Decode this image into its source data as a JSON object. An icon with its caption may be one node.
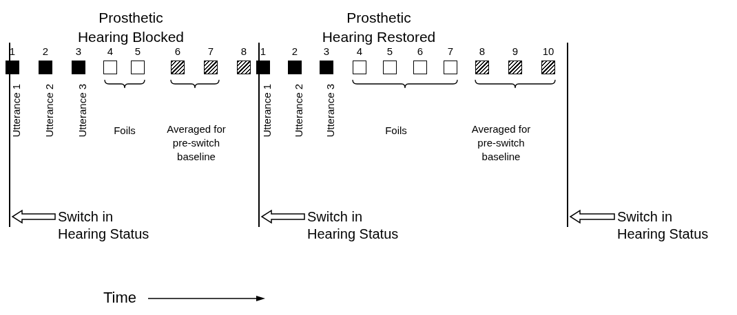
{
  "diagram": {
    "nodes": [
      {
        "text": [],
        "shape": "bar"
      },
      {
        "text": [],
        "shape": "box",
        "beside": [
          "1"
        ]
      },
      {
        "text": [],
        "shape": "box",
        "beside": [
          "2",
          "Utterance 2"
        ]
      },
      {
        "text": [],
        "shape": "box",
        "beside": [
          "3",
          "Utterance 3"
        ]
      },
      {
        "text": [],
        "shape": "box",
        "beside": [
          "4"
        ]
      },
      {
        "text": [],
        "shape": "box",
        "beside": [
          "5"
        ]
      },
      {
        "text": [],
        "shape": "box",
        "beside": [
          "6"
        ]
      },
      {
        "text": [],
        "shape": "box",
        "beside": [
          "7"
        ]
      },
      {
        "text": [],
        "shape": "box",
        "beside": [
          "8"
        ]
      },
      {
        "text": [],
        "shape": "bar"
      },
      {
        "text": [],
        "shape": "box",
        "beside": [
          "1",
          "Utterance 1"
        ]
      },
      {
        "text": [],
        "shape": "box",
        "beside": [
          "2",
          "Utterance 2"
        ]
      },
      {
        "text": [],
        "shape": "box",
        "beside": [
          "3",
          "Utterance 3"
        ]
      },
      {
        "text": [],
        "shape": "box",
        "beside": [
          "4"
        ]
      },
      {
        "text": [],
        "shape": "box",
        "beside": [
          "5"
        ]
      },
      {
        "text": [],
        "shape": "box",
        "beside": [
          "6"
        ]
      },
      {
        "text": [],
        "shape": "box",
        "beside": [
          "7"
        ]
      },
      {
        "text": [],
        "shape": "box",
        "beside": [
          "8"
        ]
      },
      {
        "text": [],
        "shape": "box",
        "beside": [
          "9"
        ]
      },
      {
        "text": [],
        "shape": "box",
        "beside": [
          "10"
        ]
      },
      {
        "text": [],
        "shape": "bar"
      },
      {
        "text": [
          "Switch in Hearing Status"
        ]
      },
      {
        "text": [
          "Switch in Hearing Status"
        ]
      },
      {
        "text": [
          "Switch in Hearing Status"
        ]
      }
    ],
    "edges": [
      {
        "from": 21,
        "to": 0,
        "arrow": "to"
      },
      {
        "from": 22,
        "to": 9,
        "arrow": "to"
      },
      {
        "from": 23,
        "to": 20,
        "arrow": "to"
      }
    ],
    "labels": [
      "Prosthetic Hearing Blocked",
      "Prosthetic Hearing Restored",
      "Utterance 1",
      "Foils",
      "Averaged for pre-switch baseline",
      "Foils",
      "Averaged for pre-switch baseline",
      "Time"
    ]
  }
}
